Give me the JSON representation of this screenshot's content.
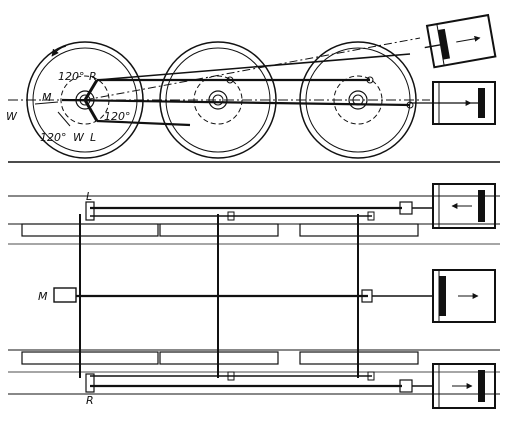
{
  "diagram": {
    "labels": {
      "crank_right": "R",
      "crank_left": "L",
      "crank_middle": "M",
      "weight_left": "W",
      "weight_bottom": "W",
      "angle_top": "120°",
      "angle_right": "120°",
      "angle_bottom": "120°",
      "plan_left": "L",
      "plan_middle": "M",
      "plan_right": "R"
    },
    "colors": {
      "ink": "#111111",
      "paper": "#ffffff"
    }
  }
}
